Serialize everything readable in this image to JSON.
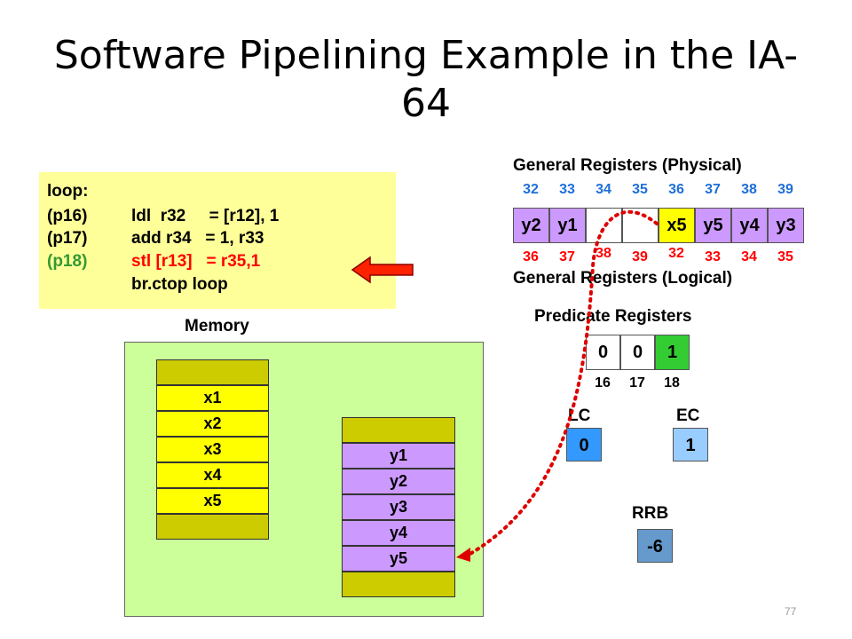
{
  "slide": {
    "title_line1": "Software Pipelining Example in the IA-",
    "title_line2": "64",
    "page_number": "77"
  },
  "code": {
    "lines": [
      {
        "pred": "loop:",
        "instr": ""
      },
      {
        "pred": "(p16)",
        "instr": "ldl  r32     = [r12], 1"
      },
      {
        "pred": "(p17)",
        "instr": "add r34   = 1, r33"
      },
      {
        "pred": "(p18)",
        "instr": "stl [r13]   = r35,1"
      },
      {
        "pred": "",
        "instr": "br.ctop loop"
      }
    ],
    "highlight_color": "#339933"
  },
  "registers": {
    "physical_label": "General Registers (Physical)",
    "logical_label": "General Registers (Logical)",
    "physical_numbers": [
      "32",
      "33",
      "34",
      "35",
      "36",
      "37",
      "38",
      "39"
    ],
    "logical_numbers": [
      "36",
      "37",
      "38",
      "39",
      "32",
      "33",
      "34",
      "35"
    ],
    "values": [
      "y2",
      "y1",
      "",
      "",
      "x5",
      "y5",
      "y4",
      "y3"
    ],
    "cell_colors": [
      "#cc99ff",
      "#cc99ff",
      "#ffffff",
      "#ffffff",
      "#ffff00",
      "#cc99ff",
      "#cc99ff",
      "#cc99ff"
    ]
  },
  "predicates": {
    "label": "Predicate Registers",
    "values": [
      "0",
      "0",
      "1"
    ],
    "numbers": [
      "16",
      "17",
      "18"
    ],
    "colors": [
      "#ffffff",
      "#ffffff",
      "#33cc33"
    ]
  },
  "lc": {
    "label": "LC",
    "value": "0",
    "color": "#3399ff"
  },
  "ec": {
    "label": "EC",
    "value": "1",
    "color": "#99ccff"
  },
  "rrb": {
    "label": "RRB",
    "value": "-6",
    "color": "#6699cc"
  },
  "memory": {
    "label": "Memory",
    "x_values": [
      "",
      "x1",
      "x2",
      "x3",
      "x4",
      "x5",
      ""
    ],
    "y_values": [
      "",
      "y1",
      "y2",
      "y3",
      "y4",
      "y5",
      ""
    ],
    "x_color": "#ffff00",
    "x_edge_color": "#cccc00",
    "y_color": "#cc99ff",
    "y_edge_color": "#cccc00"
  },
  "colors": {
    "physical_number": "#1e6fd9",
    "logical_number": "#ff0000",
    "arrow": "#ff0000",
    "codebox": "#ffff99",
    "memory_bg": "#ccff99"
  }
}
